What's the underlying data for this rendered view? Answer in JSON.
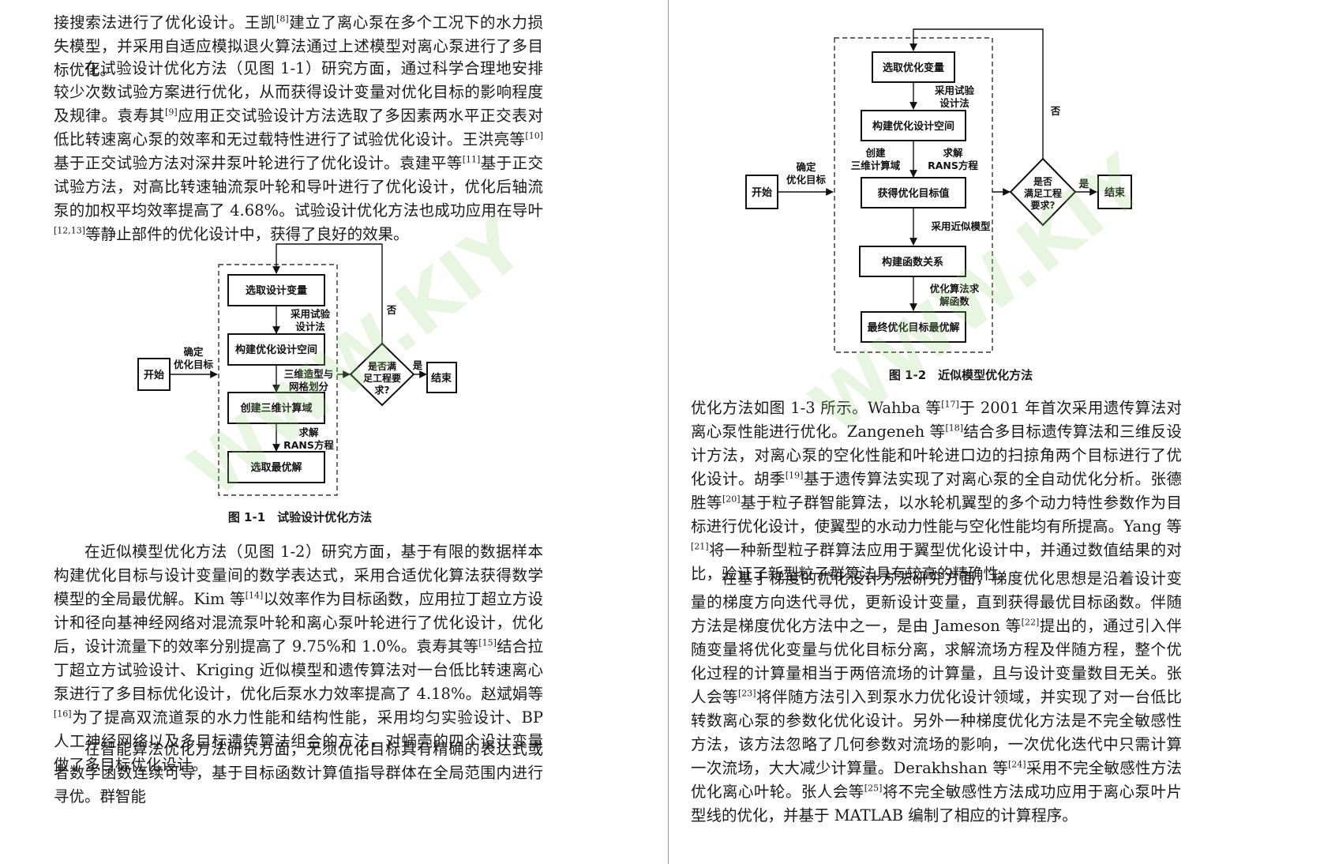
{
  "left_page": {
    "para1": "接搜索法进行了优化设计。王凯[8]建立了离心泵在多个工况下的水力损失模型，并采用自适应模拟退火算法通过上述模型对离心泵进行了多目标优化。",
    "para2": "在试验设计优化方法（见图 1-1）研究方面，通过科学合理地安排较少次数试验方案进行优化，从而获得设计变量对优化目标的影响程度及规律。袁寿其[9]应用正交试验设计方法选取了多因素两水平正交表对低比转速离心泵的效率和无过载特性进行了试验优化设计。王洪亮等[10]基于正交试验方法对深井泵叶轮进行了优化设计。袁建平等[11]基于正交试验方法，对高比转速轴流泵叶轮和导叶进行了优化设计，优化后轴流泵的加权平均效率提高了 4.68%。试验设计优化方法也成功应用在导叶[12,13]等静止部件的优化设计中，获得了良好的效果。",
    "figure": {
      "start": "开始",
      "determine_target": [
        "确定",
        "优化目标"
      ],
      "select_vars": "选取设计变量",
      "use_exp_design": [
        "采用试验",
        "设计法"
      ],
      "build_space": "构建优化设计空间",
      "modeling": [
        "三维造型与",
        "网格划分"
      ],
      "create_domain": "创建三维计算域",
      "solve_rans": [
        "求解",
        "RANS方程"
      ],
      "select_best": "选取最优解",
      "decision": [
        "是否满",
        "足工程要",
        "求?"
      ],
      "yes": "是",
      "no": "否",
      "end": "结束",
      "caption": "图 1-1　试验设计优化方法"
    },
    "para3": "在近似模型优化方法（见图 1-2）研究方面，基于有限的数据样本构建优化目标与设计变量间的数学表达式，采用合适优化算法获得数学模型的全局最优解。Kim 等[14]以效率作为目标函数，应用拉丁超立方设计和径向基神经网络对混流泵叶轮和离心泵叶轮进行了优化设计，优化后，设计流量下的效率分别提高了 9.75%和 1.0%。袁寿其等[15]结合拉丁超立方试验设计、Kriging 近似模型和遗传算法对一台低比转速离心泵进行了多目标优化设计，优化后泵水力效率提高了 4.18%。赵斌娟等[16]为了提高双流道泵的水力性能和结构性能，采用均匀实验设计、BP 人工神经网络以及多目标遗传算法组合的方法，对蜗壳的四个设计变量做了多目标优化设计。",
    "para4": "在智能算法优化方法研究方面，无须优化目标具有精确的表达式或者数学函数连续可导，基于目标函数计算值指导群体在全局范围内进行寻优。群智能"
  },
  "right_page": {
    "figure": {
      "start": "开始",
      "determine_target": [
        "确定",
        "优化目标"
      ],
      "select_vars": "选取优化变量",
      "use_exp_design": [
        "采用试验",
        "设计法"
      ],
      "build_space": "构建优化设计空间",
      "create_domain": [
        "创建",
        "三维计算域"
      ],
      "solve_rans": [
        "求解",
        "RANS方程"
      ],
      "get_value": "获得优化目标值",
      "use_approx": "采用近似模型",
      "build_function": "构建函数关系",
      "opt_algorithm": [
        "优化算法求",
        "解函数"
      ],
      "final_best": "最终优化目标最优解",
      "decision": [
        "是否",
        "满足工程",
        "要求?"
      ],
      "yes": "是",
      "no": "否",
      "end": "结束",
      "caption": "图 1-2　近似模型优化方法"
    },
    "para1": "优化方法如图 1-3 所示。Wahba 等[17]于 2001 年首次采用遗传算法对离心泵性能进行优化。Zangeneh 等[18]结合多目标遗传算法和三维反设计方法，对离心泵的空化性能和叶轮进口边的扫掠角两个目标进行了优化设计。胡季[19]基于遗传算法实现了对离心泵的全自动优化分析。张德胜等[20]基于粒子群智能算法，以水轮机翼型的多个动力特性参数作为目标进行优化设计，使翼型的水动力性能与空化性能均有所提高。Yang 等[21]将一种新型粒子群算法应用于翼型优化设计中，并通过数值结果的对比，验证了新型粒子群算法具有较高的精确性。",
    "para2": "在基于梯度的优化设计方法研究方面，梯度优化思想是沿着设计变量的梯度方向迭代寻优，更新设计变量，直到获得最优目标函数。伴随方法是梯度优化方法中之一，是由 Jameson 等[22]提出的，通过引入伴随变量将优化变量与优化目标分离，求解流场方程及伴随方程，整个优化过程的计算量相当于两倍流场的计算量，且与设计变量数目无关。张人会等[23]将伴随方法引入到泵水力优化设计领域，并实现了对一台低比转数离心泵的参数化优化设计。另外一种梯度优化方法是不完全敏感性方法，该方法忽略了几何参数对流场的影响，一次优化迭代中只需计算一次流场，大大减少计算量。Derakhshan 等[24]采用不完全敏感性方法优化离心叶轮。张人会等[25]将不完全敏感性方法成功应用于离心泵叶片型线的优化，并基于 MATLAB 编制了相应的计算程序。"
  }
}
